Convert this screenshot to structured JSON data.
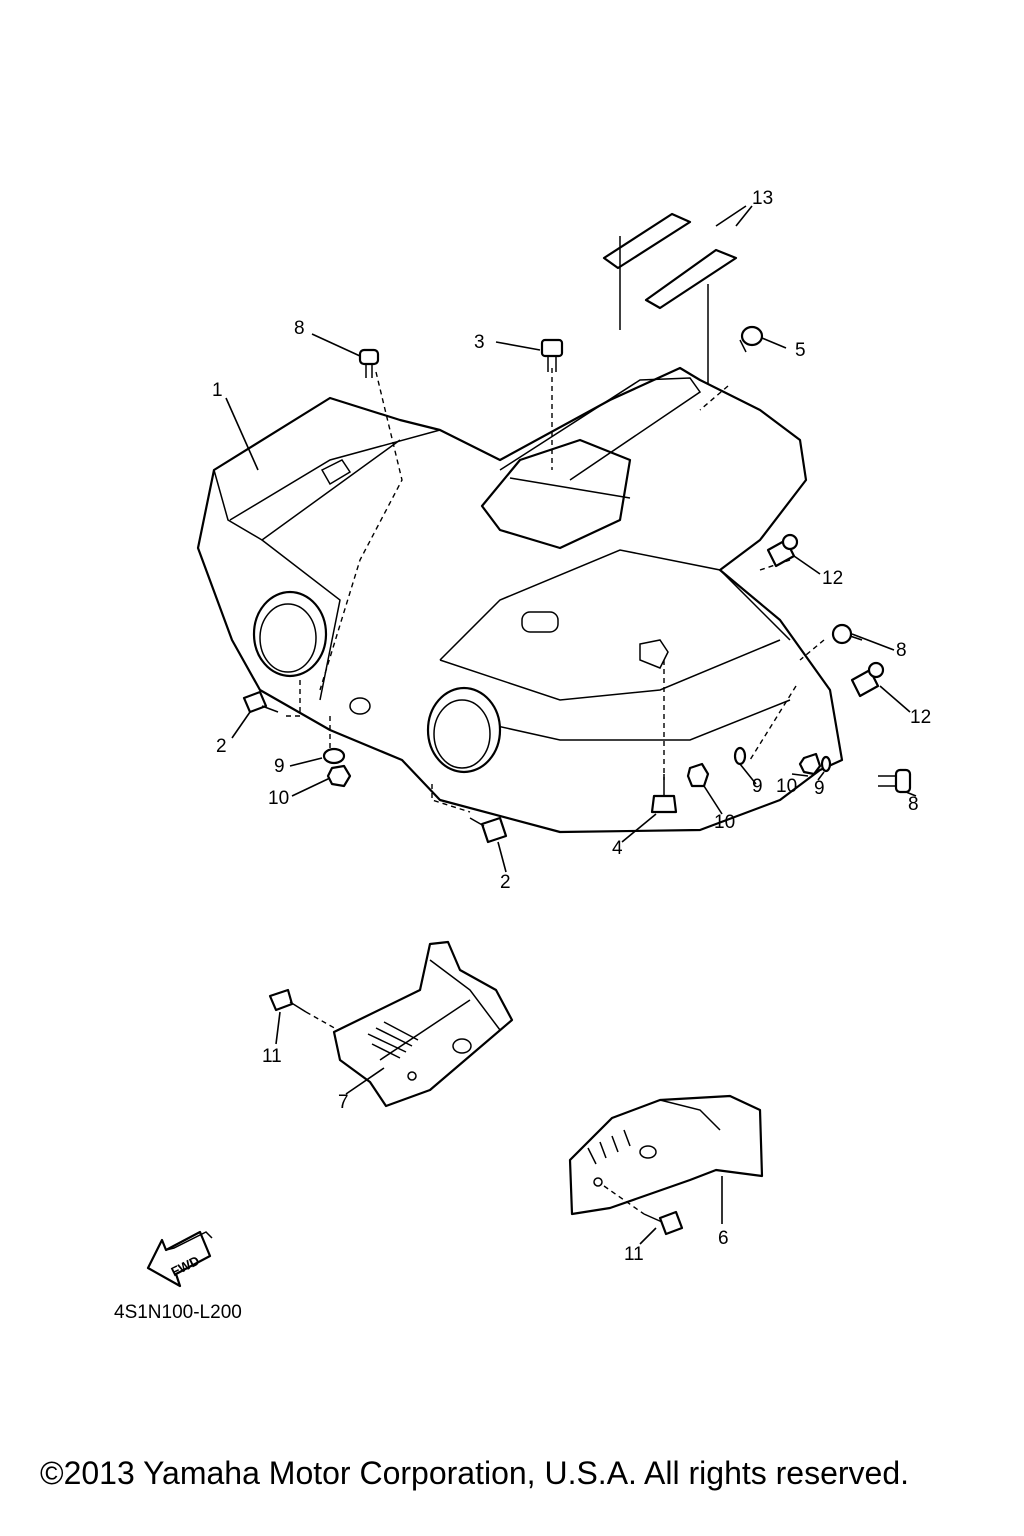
{
  "callouts": {
    "c1": "1",
    "c2a": "2",
    "c2b": "2",
    "c3": "3",
    "c4": "4",
    "c5": "5",
    "c6": "6",
    "c7": "7",
    "c8a": "8",
    "c8b": "8",
    "c8c": "8",
    "c9a": "9",
    "c9b": "9",
    "c9c": "9",
    "c10a": "10",
    "c10b": "10",
    "c10c": "10",
    "c11a": "11",
    "c11b": "11",
    "c12a": "12",
    "c12b": "12",
    "c13": "13"
  },
  "fwd_label": "FWD",
  "diagram_code": "4S1N100-L200",
  "copyright": "©2013 Yamaha Motor Corporation, U.S.A. All rights reserved."
}
